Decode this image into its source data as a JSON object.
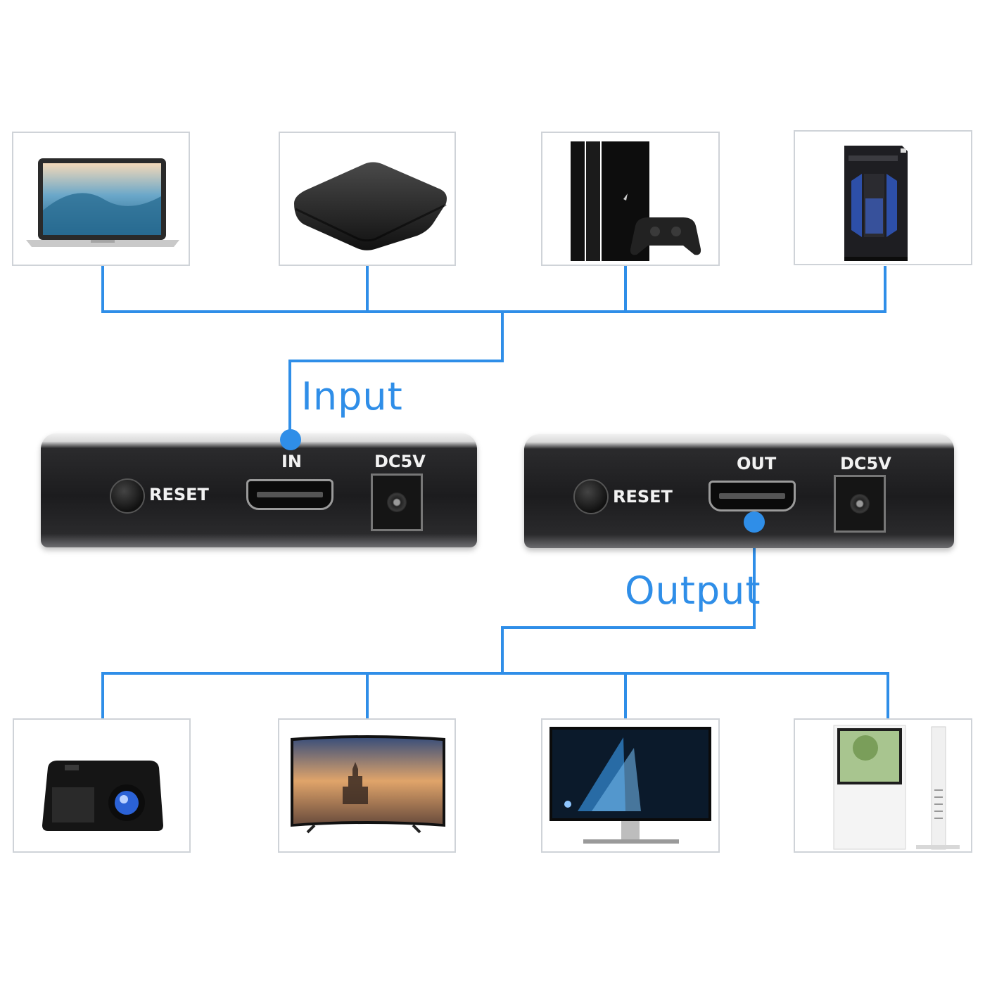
{
  "colors": {
    "wire": "#2f8ee8",
    "device_body": "#1c1c1e"
  },
  "labels": {
    "input": "Input",
    "output": "Output"
  },
  "splitter_in": {
    "reset": "RESET",
    "port": "IN",
    "power": "DC5V"
  },
  "splitter_out": {
    "reset": "RESET",
    "port": "OUT",
    "power": "DC5V"
  },
  "sources": [
    {
      "icon": "laptop-icon"
    },
    {
      "icon": "tv-box-icon"
    },
    {
      "icon": "game-console-icon"
    },
    {
      "icon": "desktop-pc-icon"
    }
  ],
  "displays": [
    {
      "icon": "projector-icon"
    },
    {
      "icon": "curved-tv-icon"
    },
    {
      "icon": "monitor-icon"
    },
    {
      "icon": "kiosk-display-icon"
    }
  ]
}
